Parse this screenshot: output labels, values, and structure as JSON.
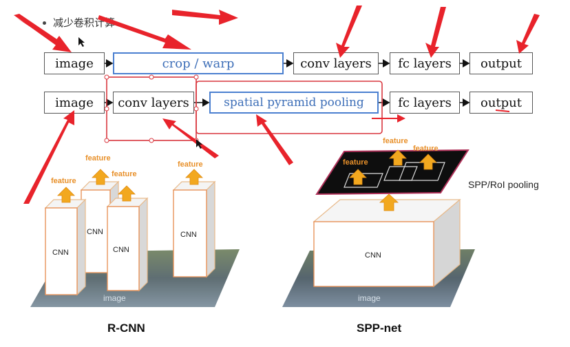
{
  "bullet": {
    "text": "减少卷积计算"
  },
  "pipeline_top": {
    "steps": [
      "image",
      "crop / warp",
      "conv layers",
      "fc layers",
      "output"
    ]
  },
  "pipeline_bottom": {
    "steps": [
      "image",
      "conv layers",
      "spatial pyramid pooling",
      "fc layers",
      "output"
    ]
  },
  "rcnn": {
    "features": [
      "feature",
      "feature",
      "feature",
      "feature"
    ],
    "cnn_labels": [
      "CNN",
      "CNN",
      "CNN",
      "CNN"
    ],
    "image_label": "image",
    "caption": "R-CNN"
  },
  "sppnet": {
    "features": [
      "feature",
      "feature",
      "feature"
    ],
    "pool_label": "SPP/RoI pooling",
    "cnn_label": "CNN",
    "image_label": "image",
    "caption": "SPP-net"
  },
  "colors": {
    "annotation_red": "#e8232b",
    "feature_orange": "#f2a81f",
    "box_blue": "#4a7fd0"
  }
}
